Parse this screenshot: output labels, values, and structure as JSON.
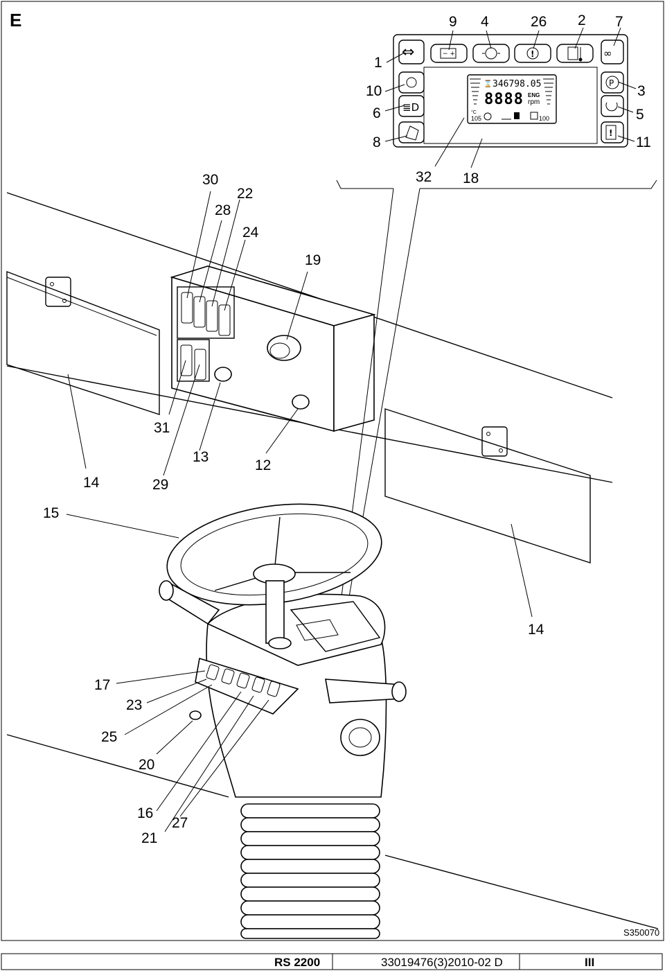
{
  "figure": {
    "letter": "E",
    "drawing_code": "S350070"
  },
  "callouts": [
    "1",
    "2",
    "3",
    "4",
    "5",
    "6",
    "7",
    "8",
    "9",
    "10",
    "11",
    "12",
    "13",
    "14",
    "15",
    "16",
    "17",
    "18",
    "19",
    "20",
    "21",
    "22",
    "23",
    "24",
    "25",
    "26",
    "27",
    "28",
    "29",
    "30",
    "31",
    "32"
  ],
  "display": {
    "hour_meter": "346798.05",
    "rpm_digits": "8888",
    "eng_label": "ENG",
    "rpm_label": "rpm",
    "temp_unit": "°C",
    "temp_value": "105",
    "fuel_value": "100"
  },
  "footer": {
    "model": "RS 2200",
    "document": "33019476(3)2010-02 D",
    "section": "III"
  }
}
